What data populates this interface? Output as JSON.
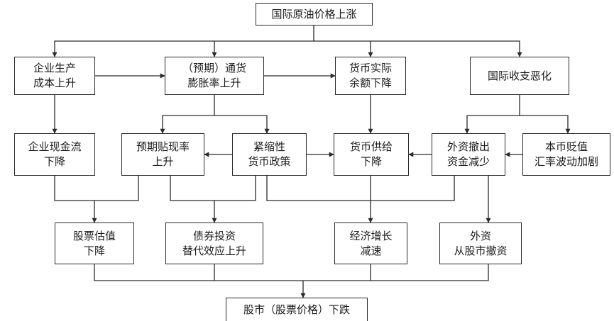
{
  "nodes": {
    "oil_price": {
      "lines": [
        "国际原油价格上涨"
      ]
    },
    "production_cost": {
      "lines": [
        "企业生产",
        "成本上升"
      ]
    },
    "inflation": {
      "lines": [
        "（预期）通货",
        "膨胀率上升"
      ]
    },
    "real_money": {
      "lines": [
        "货币实际",
        "余额下降"
      ]
    },
    "balance_payments": {
      "lines": [
        "国际收支恶化"
      ]
    },
    "cash_flow": {
      "lines": [
        "企业现金流",
        "下降"
      ]
    },
    "discount_rate": {
      "lines": [
        "预期贴现率",
        "上升"
      ]
    },
    "tight_policy": {
      "lines": [
        "紧缩性",
        "货币政策"
      ]
    },
    "money_supply": {
      "lines": [
        "货币供给",
        "下降"
      ]
    },
    "capital_outflow": {
      "lines": [
        "外资撤出",
        "资金减少"
      ]
    },
    "depreciation": {
      "lines": [
        "本币贬值",
        "汇率波动加剧"
      ]
    },
    "stock_valuation": {
      "lines": [
        "股票估值",
        "下降"
      ]
    },
    "bond_substitution": {
      "lines": [
        "债券投资",
        "替代效应上升"
      ]
    },
    "growth_slowdown": {
      "lines": [
        "经济增长",
        "减速"
      ]
    },
    "foreign_withdrawal": {
      "lines": [
        "外资",
        "从股市撤资"
      ]
    },
    "stock_market_fall": {
      "lines": [
        "股市（股票价格）下跌"
      ]
    }
  },
  "colors": {
    "line": "#2a2a2a",
    "box_border": "#2a2a2a",
    "text": "#1a1a1a"
  }
}
